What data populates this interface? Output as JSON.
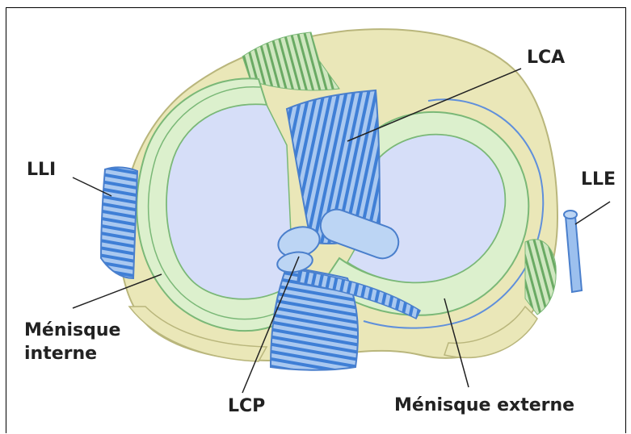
{
  "labels": {
    "lca": "LCA",
    "lli": "LLI",
    "lle": "LLE",
    "lcp": "LCP",
    "menisque_interne_line1": "Ménisque",
    "menisque_interne_line2": "interne",
    "menisque_externe": "Ménisque externe"
  },
  "colors": {
    "tibia": "#eae7b8",
    "tibia_stroke": "#b9b67c",
    "meniscus": "#dcf0cd",
    "meniscus_stroke": "#7ab877",
    "cartilage": "#d6def8",
    "ligament": "#9cc0ee",
    "ligament_stripe": "#3f7fd6",
    "ligament_stroke": "#4a7fcc",
    "fiber_green": "#6aaa64"
  }
}
